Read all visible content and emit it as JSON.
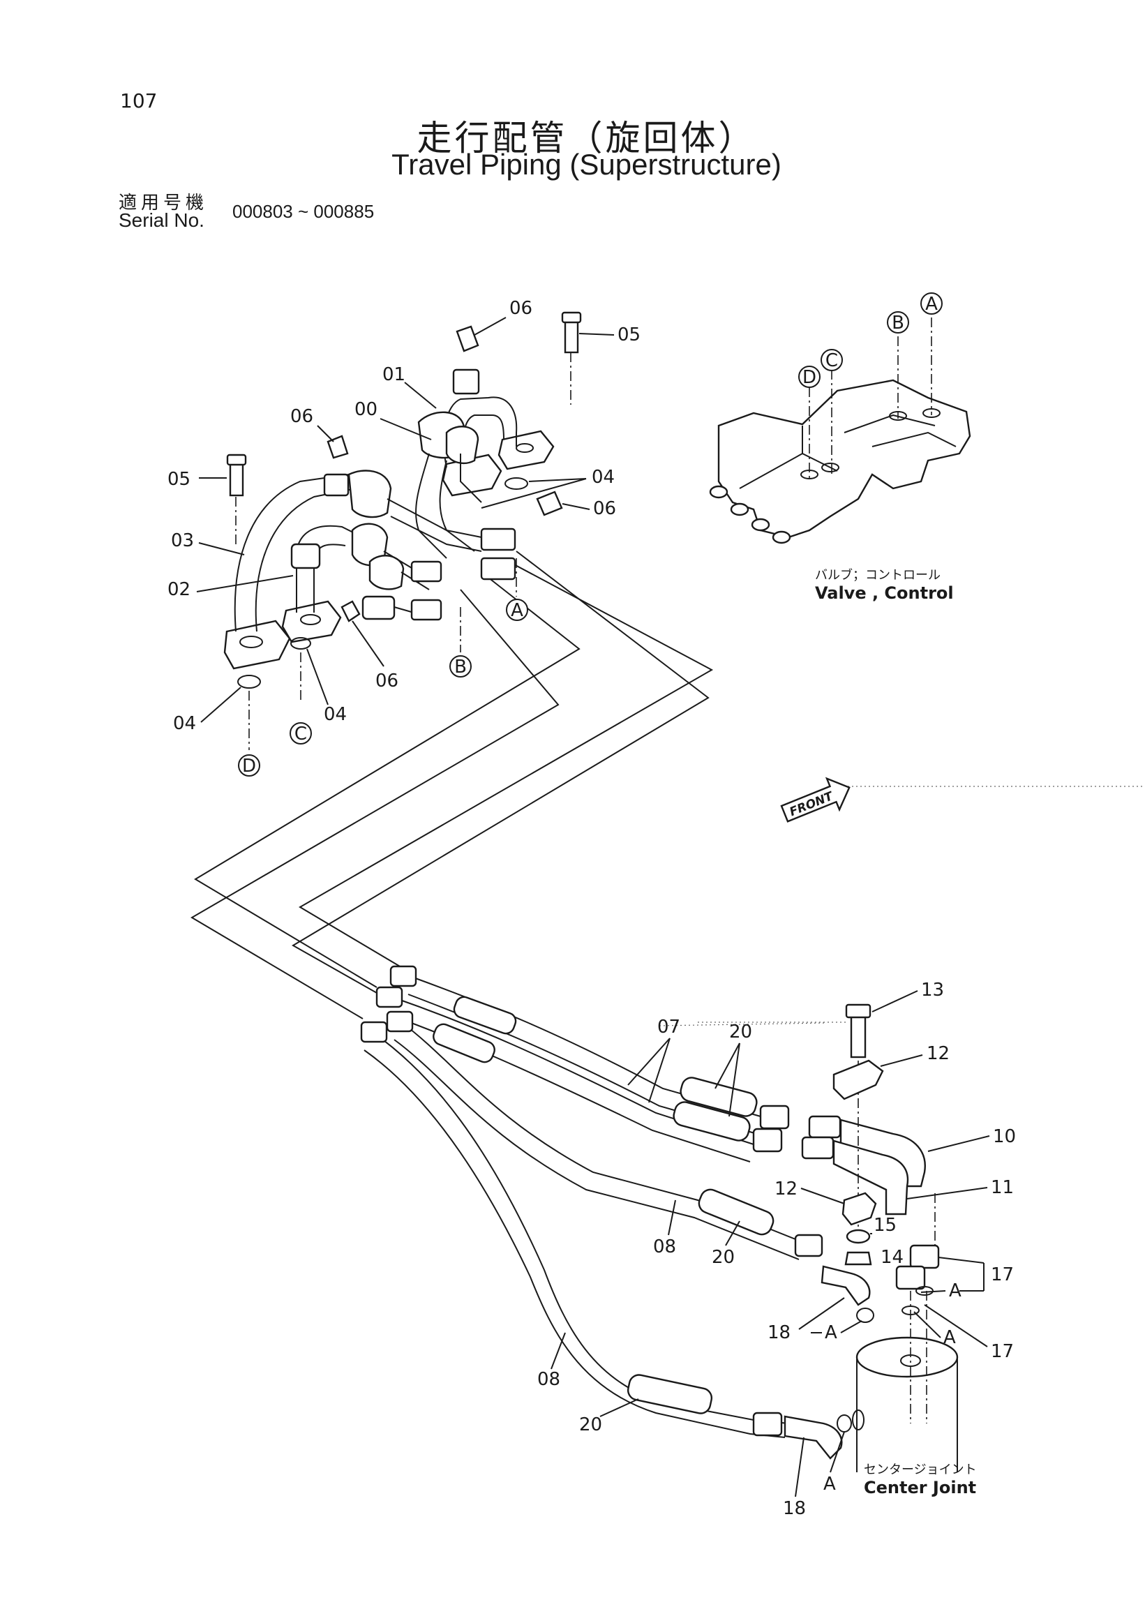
{
  "header": {
    "page_number": "107",
    "title_jp": "走行配管（旋回体）",
    "title_en": "Travel Piping (Superstructure)",
    "serial_label_jp": "適用号機",
    "serial_label_en": "Serial No.",
    "serial_range": "000803 ~ 000885"
  },
  "captions": {
    "valve_jp": "バルブ；コントロール",
    "valve_en": "Valve , Control",
    "center_joint_jp": "センタージョイント",
    "center_joint_en": "Center Joint",
    "front": "FRONT"
  },
  "callouts": {
    "p00": "00",
    "p01": "01",
    "p02": "02",
    "p03": "03",
    "p04": "04",
    "p05": "05",
    "p06": "06",
    "p07": "07",
    "p08": "08",
    "p10": "10",
    "p11": "11",
    "p12": "12",
    "p13": "13",
    "p14": "14",
    "p15": "15",
    "p17": "17",
    "p18": "18",
    "p20": "20"
  },
  "ports": {
    "a": "A",
    "b": "B",
    "c": "C",
    "d": "D"
  },
  "icons": [
    "front-arrow-icon"
  ]
}
